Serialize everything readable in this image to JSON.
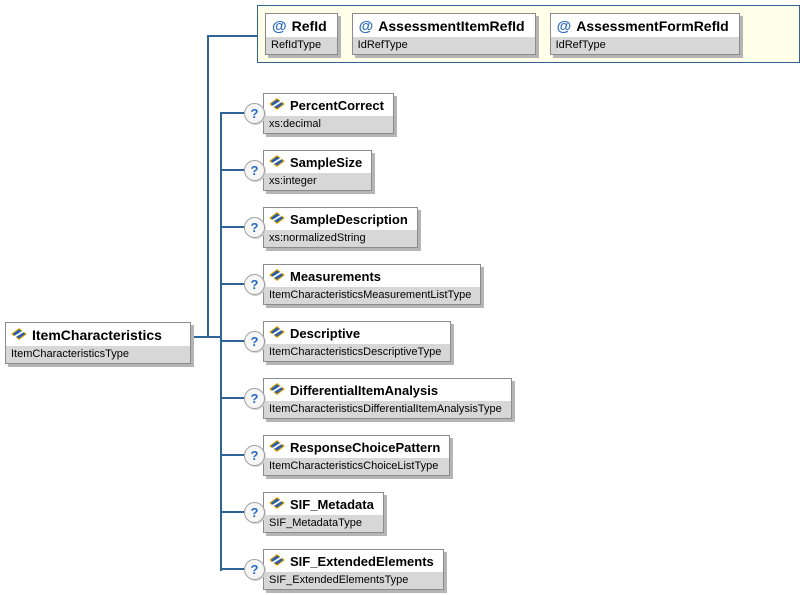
{
  "diagram": {
    "symbols": {
      "attribute": "@",
      "optional": "?"
    },
    "colors": {
      "connector": "#2f6497",
      "attribute_group_bg": "#ffffe9",
      "type_row_bg": "#d7d7d7",
      "node_border": "#8b8b8b",
      "accent_blue": "#2a6bbf",
      "icon_gold": "#f0ad00",
      "icon_blue": "#2f5fa3"
    },
    "root": {
      "name": "ItemCharacteristics",
      "type": "ItemCharacteristicsType"
    },
    "attributes": [
      {
        "name": "RefId",
        "type": "RefIdType"
      },
      {
        "name": "AssessmentItemRefId",
        "type": "IdRefType"
      },
      {
        "name": "AssessmentFormRefId",
        "type": "IdRefType"
      }
    ],
    "children": [
      {
        "name": "PercentCorrect",
        "type": "xs:decimal"
      },
      {
        "name": "SampleSize",
        "type": "xs:integer"
      },
      {
        "name": "SampleDescription",
        "type": "xs:normalizedString"
      },
      {
        "name": "Measurements",
        "type": "ItemCharacteristicsMeasurementListType"
      },
      {
        "name": "Descriptive",
        "type": "ItemCharacteristicsDescriptiveType"
      },
      {
        "name": "DifferentialItemAnalysis",
        "type": "ItemCharacteristicsDifferentialItemAnalysisType"
      },
      {
        "name": "ResponseChoicePattern",
        "type": "ItemCharacteristicsChoiceListType"
      },
      {
        "name": "SIF_Metadata",
        "type": "SIF_MetadataType"
      },
      {
        "name": "SIF_ExtendedElements",
        "type": "SIF_ExtendedElementsType"
      }
    ]
  }
}
